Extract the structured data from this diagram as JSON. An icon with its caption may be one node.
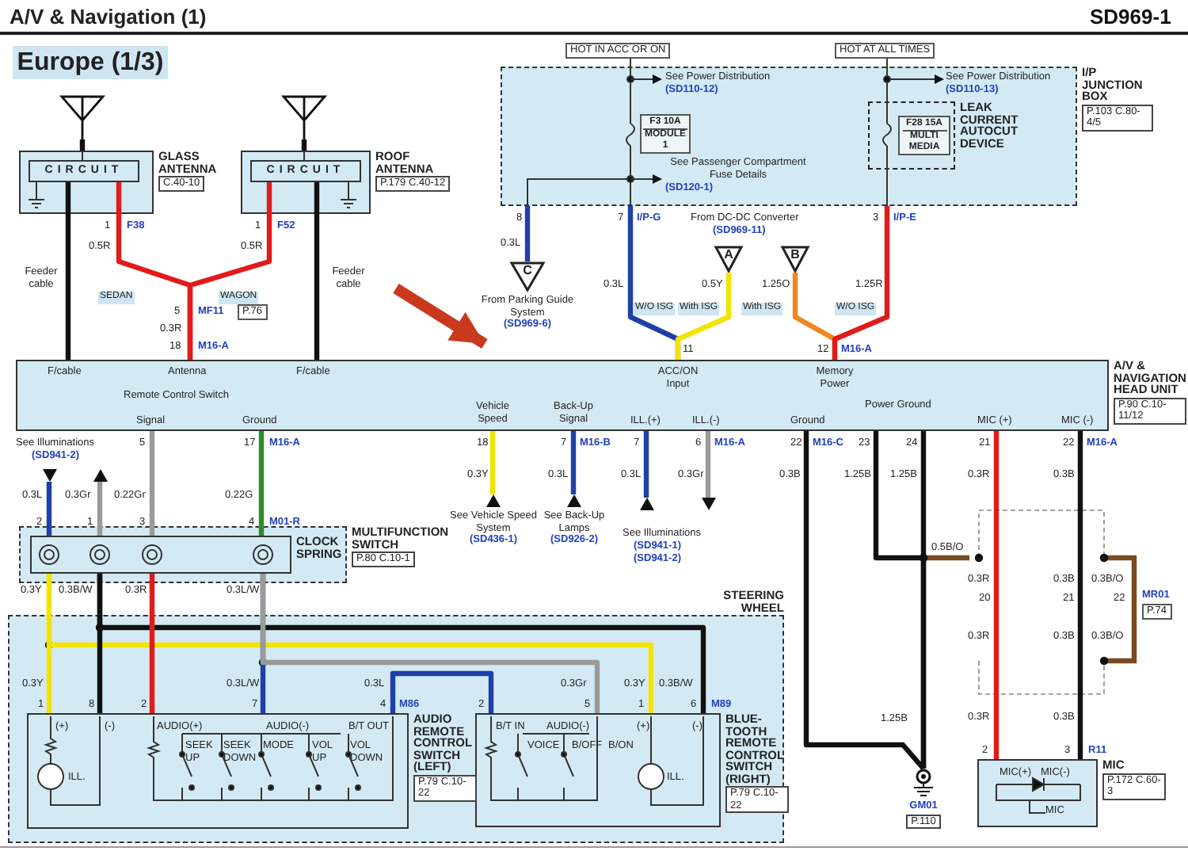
{
  "diagram": {
    "title": "A/V & Navigation (1)",
    "nodes": [
      {
        "text": [
          "Europe (1/3)"
        ]
      },
      {
        "text": [
          "GLASS ANTENNA",
          "C.40-10"
        ]
      },
      {
        "text": [
          "CIRCUIT"
        ],
        "in": 1
      },
      {
        "text": [
          "ROOF ANTENNA",
          "P.179 C.40-12"
        ]
      },
      {
        "text": [
          "CIRCUIT"
        ],
        "in": 3
      },
      {
        "text": [],
        "shape": "antenna"
      },
      {
        "text": [],
        "shape": "antenna"
      },
      {
        "text": [
          "I/P JUNCTION BOX",
          "P.103 C.80-4/5"
        ]
      },
      {
        "text": [
          "F3 10A",
          "MODULE 1"
        ],
        "in": 7
      },
      {
        "text": [
          "LEAK CURRENT AUTOCUT DEVICE"
        ],
        "in": 7
      },
      {
        "text": [
          "F28 15A",
          "MULTI MEDIA"
        ],
        "in": 9
      },
      {
        "text": [
          "C"
        ],
        "beside": [
          "From Parking Guide System",
          "(SD969-6)"
        ]
      },
      {
        "text": [
          "A"
        ]
      },
      {
        "text": [
          "B"
        ]
      },
      {
        "text": [
          "A/V & NAVIGATION HEAD UNIT",
          "P.90 C.10-11/12"
        ]
      },
      {
        "text": [
          "MULTIFUNCTION SWITCH",
          "P.80 C.10-1"
        ]
      },
      {
        "text": [
          "CLOCK SPRING"
        ],
        "in": 15
      },
      {
        "text": [
          "STEERING WHEEL"
        ]
      },
      {
        "text": [
          "AUDIO REMOTE CONTROL SWITCH (LEFT)",
          "P.79 C.10-22"
        ],
        "in": 17
      },
      {
        "text": [
          "BLUE-TOOTH REMOTE CONTROL SWITCH (RIGHT)",
          "P.79 C.10-22"
        ],
        "in": 17
      },
      {
        "text": [],
        "shape": "ground",
        "beside": [
          "GM01",
          "P.110"
        ]
      },
      {
        "text": [
          "MIC",
          "P.172 C.60-3"
        ]
      },
      {
        "text": [],
        "shape": "triangle"
      },
      {
        "text": [],
        "shape": "triangle"
      },
      {
        "text": [],
        "shape": "triangle",
        "beside": [
          "See Vehicle Speed System",
          "(SD436-1)"
        ]
      },
      {
        "text": [],
        "shape": "triangle",
        "beside": [
          "See Back-Up Lamps",
          "(SD926-2)"
        ]
      },
      {
        "text": [],
        "shape": "triangle"
      },
      {
        "text": [],
        "shape": "triangle"
      }
    ],
    "edges": [
      {
        "from": 5,
        "to": 1,
        "arrow": "none"
      },
      {
        "from": 6,
        "to": 3,
        "arrow": "none"
      },
      {
        "from": 2,
        "to": 14,
        "arrow": "none"
      },
      {
        "from": 2,
        "to": 14,
        "arrow": "none",
        "color": "#e01b1b"
      },
      {
        "from": 4,
        "to": 14,
        "arrow": "none",
        "color": "#e01b1b"
      },
      {
        "from": 4,
        "to": 14,
        "arrow": "none"
      },
      {
        "from": 7,
        "to": 11,
        "arrow": "none",
        "color": "#1f3fa8"
      },
      {
        "from": 7,
        "to": 14,
        "arrow": "none",
        "color": "#1f3fa8"
      },
      {
        "from": 12,
        "to": 14,
        "arrow": "none",
        "color": "#f2e400"
      },
      {
        "from": 13,
        "to": 14,
        "arrow": "none",
        "color": "#f0871c"
      },
      {
        "from": 7,
        "to": 14,
        "arrow": "none",
        "color": "#e01b1b"
      },
      {
        "from": null,
        "to": 14,
        "arrow": "to",
        "style": "thick",
        "color": "#c8391e"
      },
      {
        "from": 14,
        "to": 24,
        "arrow": "none",
        "color": "#f2e400"
      },
      {
        "from": 14,
        "to": 25,
        "arrow": "none",
        "color": "#1f3fa8"
      },
      {
        "from": 14,
        "to": 26,
        "arrow": "none",
        "color": "#1f3fa8"
      },
      {
        "from": 14,
        "to": 27,
        "arrow": "none",
        "color": "#9a9a9a"
      },
      {
        "from": 14,
        "to": 16,
        "arrow": "none",
        "color": "#9a9a9a"
      },
      {
        "from": 14,
        "to": 16,
        "arrow": "none",
        "color": "#2e8b2e"
      },
      {
        "from": 22,
        "to": 16,
        "arrow": "none",
        "color": "#1f3fa8"
      },
      {
        "from": 23,
        "to": 16,
        "arrow": "none",
        "color": "#9a9a9a"
      },
      {
        "from": 16,
        "to": 18,
        "arrow": "none",
        "color": "#f2e400"
      },
      {
        "from": 16,
        "to": 19,
        "arrow": "none",
        "color": "#f2e400"
      },
      {
        "from": 16,
        "to": 18,
        "arrow": "none"
      },
      {
        "from": 16,
        "to": 19,
        "arrow": "none"
      },
      {
        "from": 16,
        "to": 18,
        "arrow": "none",
        "color": "#e01b1b"
      },
      {
        "from": 16,
        "to": 18,
        "arrow": "none",
        "color": "#1f3fa8"
      },
      {
        "from": 16,
        "to": 19,
        "arrow": "none",
        "color": "#9a9a9a"
      },
      {
        "from": 18,
        "to": 19,
        "arrow": "none",
        "color": "#1f3fa8"
      },
      {
        "from": 14,
        "to": 20,
        "arrow": "none"
      },
      {
        "from": 14,
        "to": 20,
        "arrow": "none"
      },
      {
        "from": 14,
        "to": 20,
        "arrow": "none"
      },
      {
        "from": 14,
        "to": 21,
        "arrow": "none",
        "color": "#e01b1b"
      },
      {
        "from": 14,
        "to": 21,
        "arrow": "none"
      }
    ],
    "labels": [
      "SD969-1",
      "HOT IN ACC OR ON",
      "HOT AT ALL TIMES",
      "See Power Distribution",
      "(SD110-12)",
      "See Power Distribution",
      "(SD110-13)",
      "See Passenger Compartment Fuse Details",
      "(SD120-1)",
      "Feeder cable",
      "1",
      "F38",
      "0.5R",
      "SEDAN",
      "WAGON",
      "1",
      "F52",
      "0.5R",
      "Feeder cable",
      "5",
      "MF11",
      "P.76",
      "0.3R",
      "18",
      "M16-A",
      "8",
      "0.3L",
      "7",
      "I/P-G",
      "From DC-DC Converter",
      "(SD969-11)",
      "3",
      "I/P-E",
      "0.3L",
      "0.5Y",
      "1.25O",
      "1.25R",
      "W/O ISG",
      "With ISG",
      "With ISG",
      "W/O ISG",
      "11",
      "12",
      "M16-A",
      "F/cable",
      "Antenna",
      "F/cable",
      "ACC/ON Input",
      "Memory Power",
      "Remote Control Switch",
      "Signal",
      "Ground",
      "Vehicle Speed",
      "Back-Up Signal",
      "ILL.(+)",
      "ILL.(-)",
      "Ground",
      "Power Ground",
      "MIC (+)",
      "MIC (-)",
      "See Illuminations",
      "(SD941-2)",
      "5",
      "17",
      "M16-A",
      "18",
      "7",
      "M16-B",
      "7",
      "6",
      "M16-A",
      "22",
      "M16-C",
      "23",
      "24",
      "21",
      "22",
      "M16-A",
      "0.3L",
      "2",
      "0.3Gr",
      "1",
      "0.22Gr",
      "3",
      "0.22G",
      "4",
      "M01-R",
      "0.3Y",
      "0.3L",
      "0.3L",
      "0.3Gr",
      "0.3B",
      "1.25B",
      "1.25B",
      "0.3R",
      "0.3B",
      "See Illuminations",
      "(SD941-1)",
      "(SD941-2)",
      "0.5B/O",
      "0.3R",
      "0.3B",
      "0.3B/O",
      "20",
      "21",
      "22",
      "MR01",
      "P.74",
      "0.3Y",
      "0.3B/W",
      "0.3R",
      "0.3L/W",
      "0.3Y",
      "0.3L/W",
      "0.3L",
      "0.3Gr",
      "0.3Y",
      "0.3B/W",
      "1",
      "8",
      "2",
      "7",
      "4",
      "M86",
      "2",
      "5",
      "1",
      "6",
      "M89",
      "(+)",
      "(-)",
      "AUDIO(+)",
      "AUDIO(-)",
      "B/T OUT",
      "SEEK UP",
      "SEEK DOWN",
      "MODE",
      "VOL UP",
      "VOL DOWN",
      "ILL.",
      "B/T IN",
      "AUDIO(-)",
      "(+)",
      "(-)",
      "VOICE",
      "B/OFF",
      "B/ON",
      "ILL.",
      "1.25B",
      "0.3R",
      "0.3B",
      "0.3B/O",
      "0.3R",
      "0.3B",
      "2",
      "3",
      "R11",
      "MIC(+)",
      "MIC(-)",
      "MIC"
    ]
  }
}
